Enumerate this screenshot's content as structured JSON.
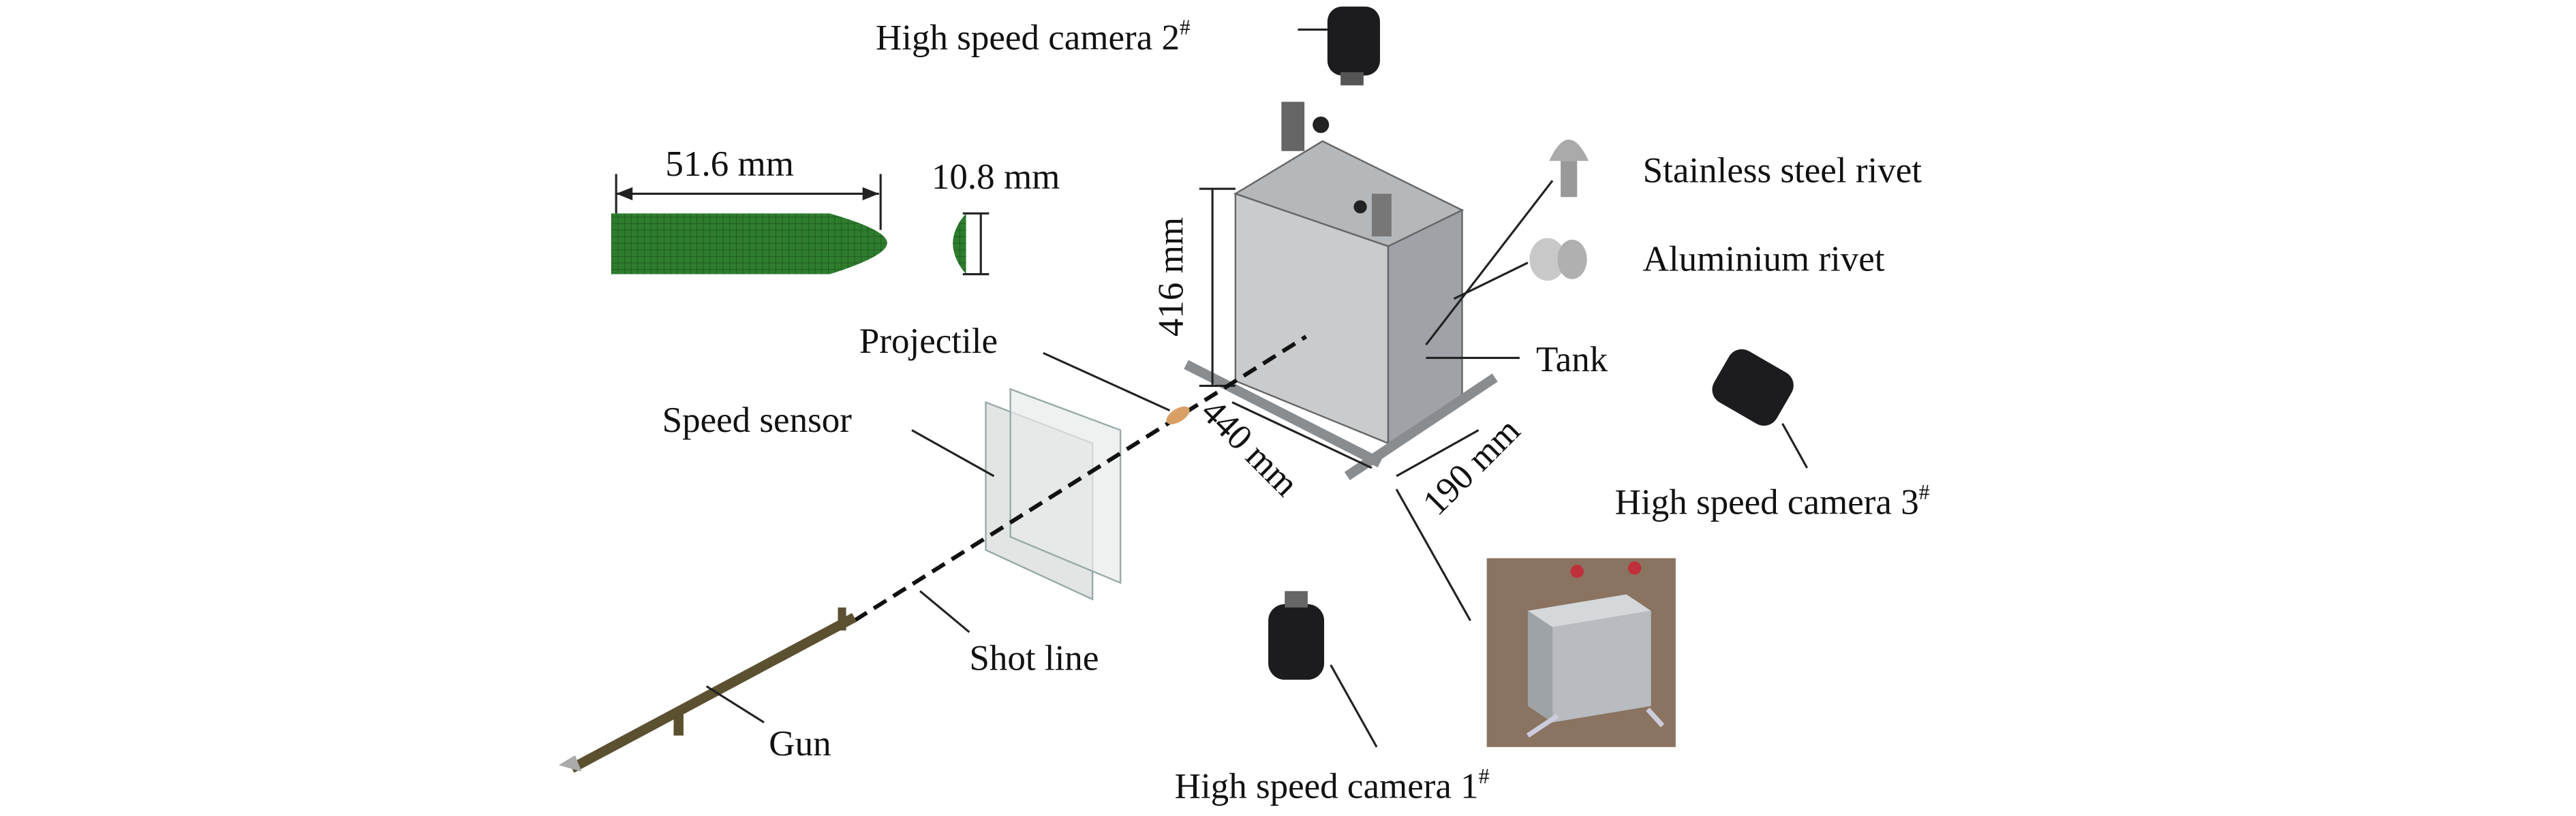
{
  "labels": {
    "camera2": "High speed camera 2",
    "camera3": "High speed camera 3",
    "camera1": "High speed camera 1",
    "camera_sup": "#",
    "length_dim": "51.6 mm",
    "diameter_dim": "10.8 mm",
    "height_dim": "416 mm",
    "width_dim": "440 mm",
    "depth_dim": "190 mm",
    "stainless_rivet": "Stainless steel rivet",
    "aluminium_rivet": "Aluminium rivet",
    "tank": "Tank",
    "projectile": "Projectile",
    "speed_sensor": "Speed sensor",
    "shot_line": "Shot line",
    "gun": "Gun"
  },
  "colors": {
    "bullet": "#2e7d2e",
    "tank_front": "#c9cbcd",
    "tank_side": "#9fa3a7",
    "tank_top": "#b5b8bb",
    "gun": "#5b5030",
    "camera": "#1c1c1e",
    "projectile": "#d9a066"
  }
}
